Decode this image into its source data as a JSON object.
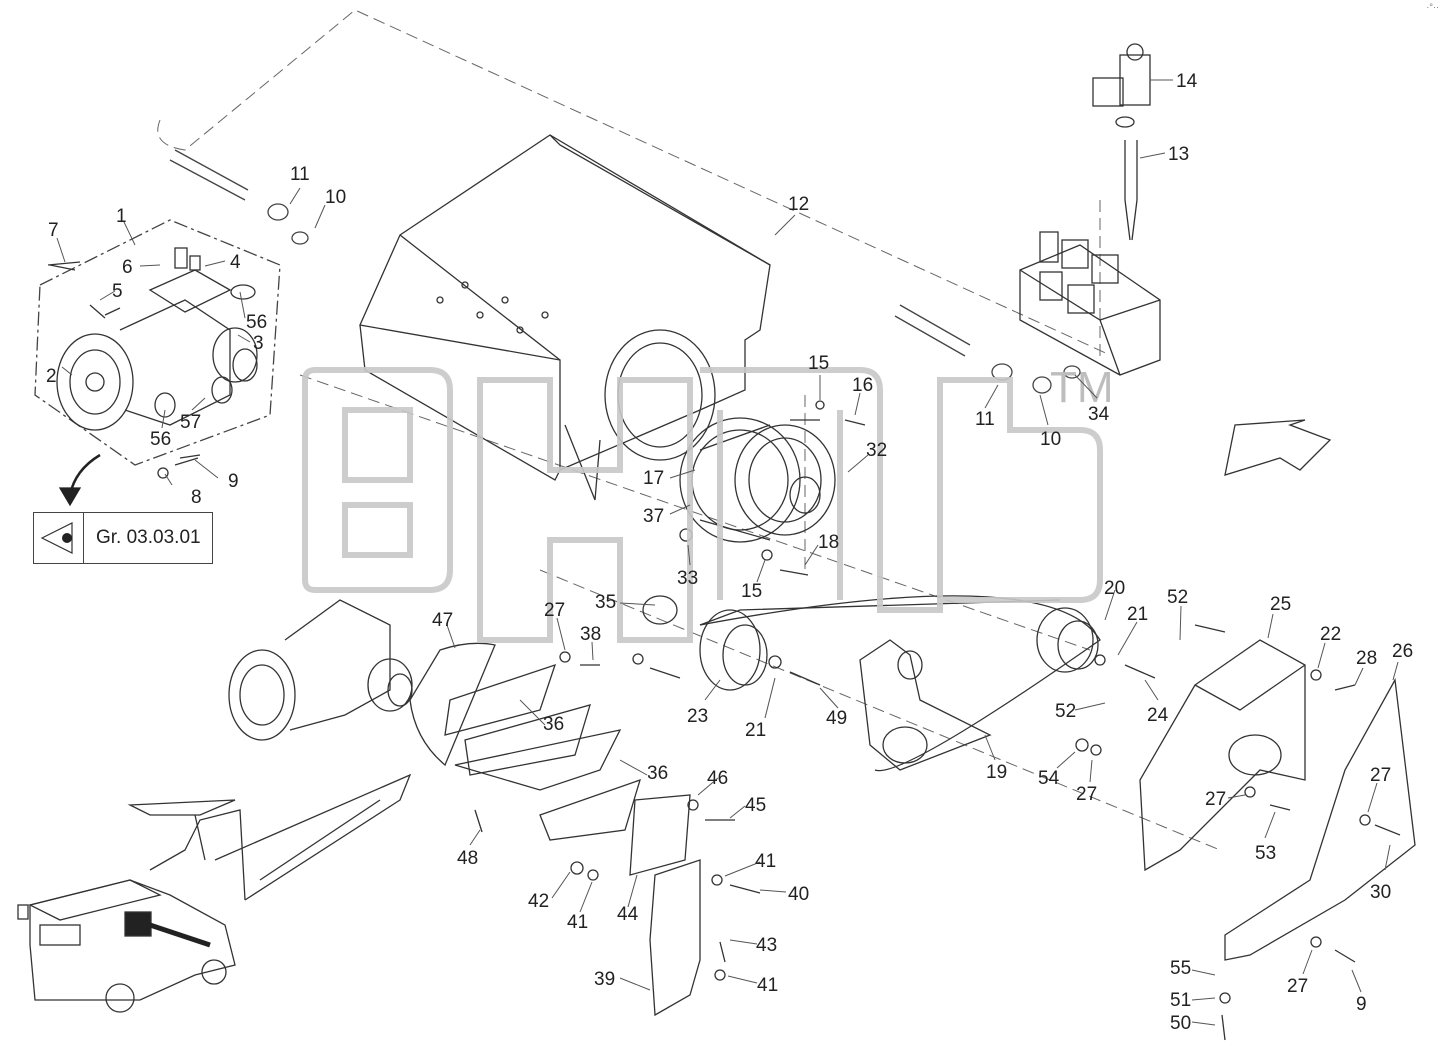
{
  "reference_box": {
    "text": "Gr. 03.03.01"
  },
  "watermark": {
    "text": "знд",
    "trademark": "TM"
  },
  "corner_mark": "·°··",
  "callouts": [
    "1",
    "2",
    "3",
    "4",
    "5",
    "6",
    "7",
    "8",
    "9",
    "10",
    "11",
    "12",
    "13",
    "14",
    "15",
    "16",
    "17",
    "18",
    "19",
    "20",
    "21",
    "22",
    "23",
    "24",
    "25",
    "26",
    "27",
    "28",
    "30",
    "32",
    "33",
    "34",
    "35",
    "36",
    "37",
    "38",
    "39",
    "40",
    "41",
    "42",
    "43",
    "44",
    "45",
    "46",
    "47",
    "48",
    "49",
    "50",
    "51",
    "52",
    "53",
    "54",
    "55",
    "56",
    "57"
  ]
}
